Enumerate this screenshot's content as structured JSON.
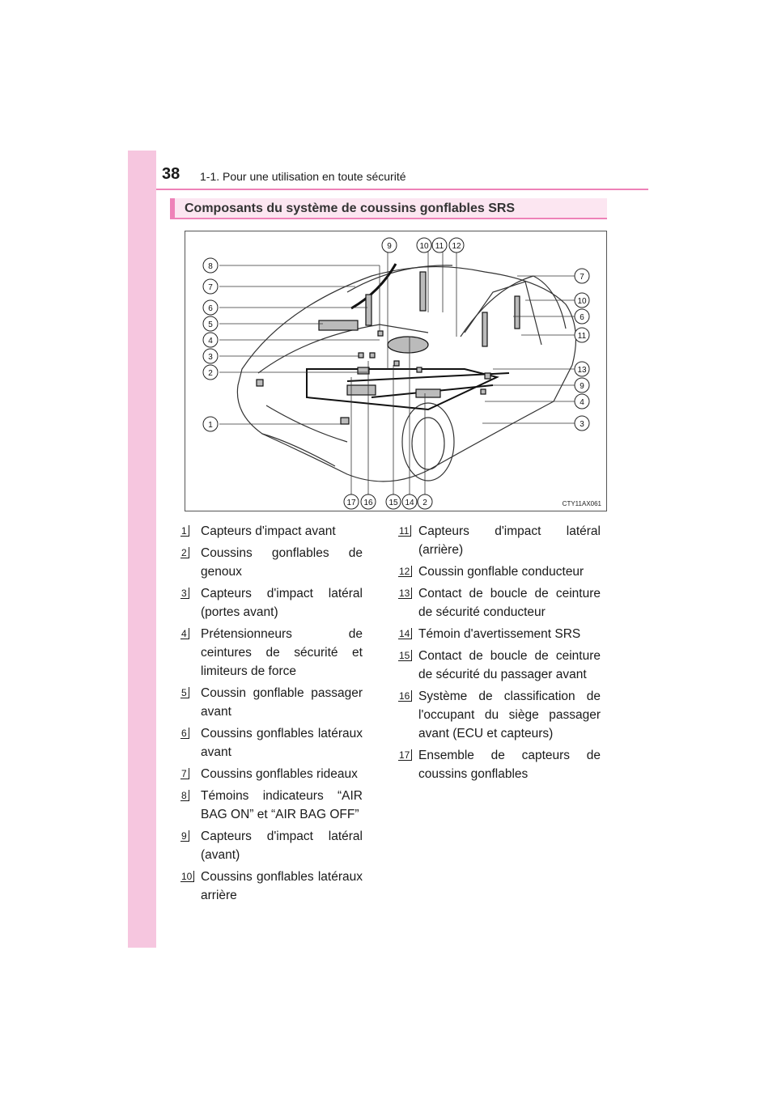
{
  "header": {
    "page_number": "38",
    "section": "1-1. Pour une utilisation en toute sécurité"
  },
  "box_title": "Composants du système de coussins gonflables SRS",
  "figure": {
    "code": "CTY11AX061",
    "callouts_top": [
      "9",
      "10",
      "11",
      "12"
    ],
    "callouts_left": [
      "8",
      "7",
      "6",
      "5",
      "4",
      "3",
      "2",
      "1"
    ],
    "callouts_right": [
      "7",
      "10",
      "6",
      "11",
      "13",
      "9",
      "4",
      "3"
    ],
    "callouts_bottom": [
      "17",
      "16",
      "15",
      "14",
      "2"
    ]
  },
  "items_left": [
    {
      "num": "1",
      "text": "Capteurs d'impact avant"
    },
    {
      "num": "2",
      "text": "Coussins gonflables de genoux"
    },
    {
      "num": "3",
      "text": "Capteurs d'impact latéral (portes avant)"
    },
    {
      "num": "4",
      "text": "Prétensionneurs de ceintures de sécurité et limiteurs de force"
    },
    {
      "num": "5",
      "text": "Coussin gonflable passager avant"
    },
    {
      "num": "6",
      "text": "Coussins gonflables latéraux avant"
    },
    {
      "num": "7",
      "text": "Coussins gonflables rideaux"
    },
    {
      "num": "8",
      "text": "Témoins indicateurs “AIR BAG ON” et “AIR BAG OFF”"
    },
    {
      "num": "9",
      "text": "Capteurs d'impact latéral (avant)"
    },
    {
      "num": "10",
      "text": "Coussins gonflables latéraux arrière"
    }
  ],
  "items_right": [
    {
      "num": "11",
      "text": "Capteurs d'impact latéral (arrière)"
    },
    {
      "num": "12",
      "text": "Coussin gonflable conducteur"
    },
    {
      "num": "13",
      "text": "Contact de boucle de ceinture de sécurité conducteur"
    },
    {
      "num": "14",
      "text": "Témoin d'avertissement SRS"
    },
    {
      "num": "15",
      "text": "Contact de boucle de ceinture de sécurité du passager avant"
    },
    {
      "num": "16",
      "text": "Système de classification de l'occupant du siège passager avant (ECU et capteurs)"
    },
    {
      "num": "17",
      "text": "Ensemble de capteurs de coussins gonflables"
    }
  ]
}
